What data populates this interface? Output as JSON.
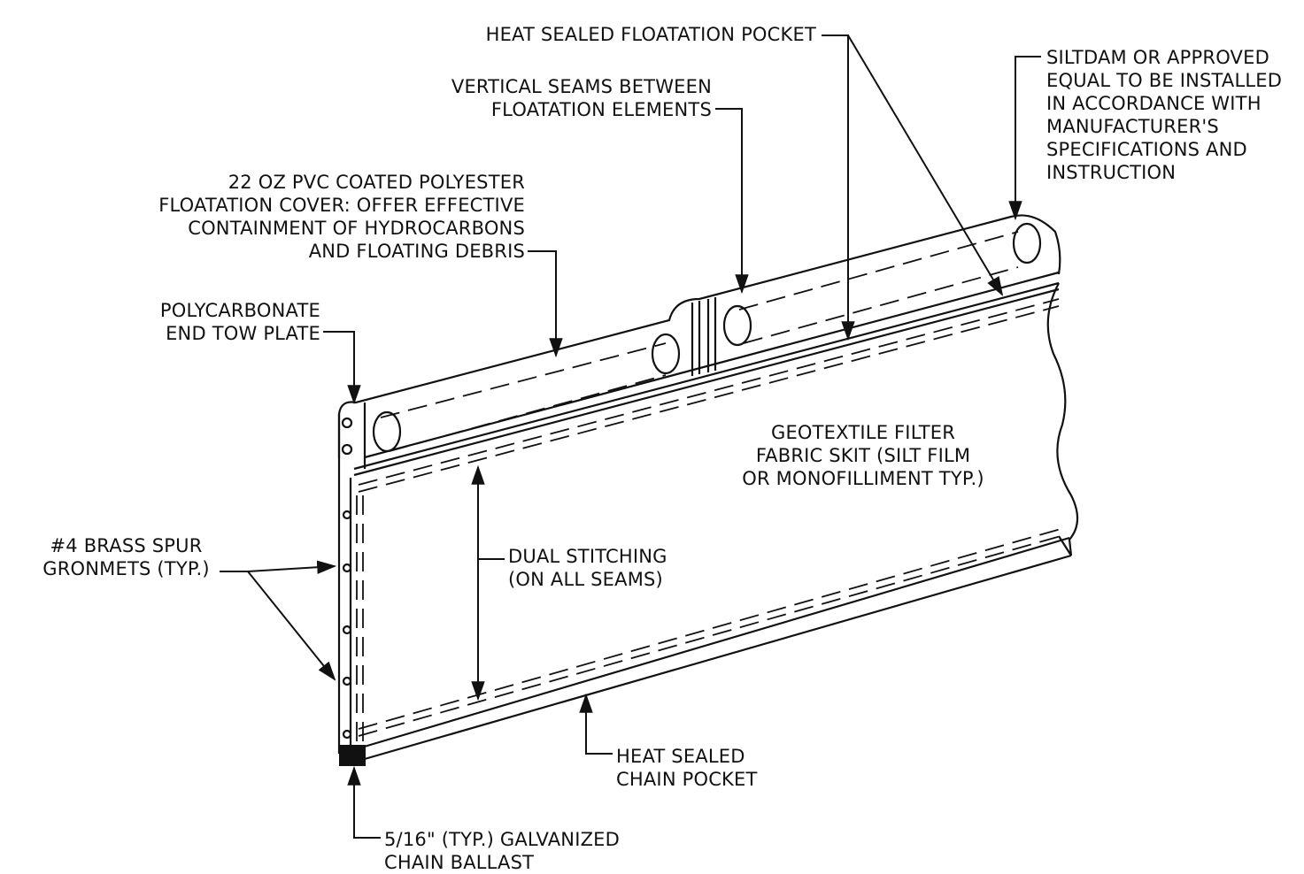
{
  "labels": {
    "floatation_pocket": [
      "HEAT SEALED FLOATATION POCKET"
    ],
    "siltdam": [
      "SILTDAM OR APPROVED",
      "EQUAL TO BE INSTALLED",
      "IN ACCORDANCE WITH",
      "MANUFACTURER'S",
      "SPECIFICATIONS AND",
      "INSTRUCTION"
    ],
    "vertical_seams": [
      "VERTICAL SEAMS BETWEEN",
      "FLOATATION ELEMENTS"
    ],
    "pvc_cover": [
      "22 OZ PVC COATED POLYESTER",
      "FLOATATION COVER: OFFER EFFECTIVE",
      "CONTAINMENT OF HYDROCARBONS",
      "AND FLOATING DEBRIS"
    ],
    "tow_plate": [
      "POLYCARBONATE",
      "END TOW PLATE"
    ],
    "geotextile": [
      "GEOTEXTILE FILTER",
      "FABRIC SKIT (SILT FILM",
      "OR MONOFILLIMENT TYP.)"
    ],
    "grommets": [
      "#4 BRASS SPUR",
      "GRONMETS (TYP.)"
    ],
    "dual_stitching": [
      "DUAL STITCHING",
      "(ON ALL SEAMS)"
    ],
    "chain_pocket": [
      "HEAT SEALED",
      "CHAIN POCKET"
    ],
    "chain_ballast": [
      "5/16\" (TYP.) GALVANIZED",
      "CHAIN BALLAST"
    ]
  },
  "colors": {
    "line": "#111111",
    "background": "#ffffff"
  }
}
